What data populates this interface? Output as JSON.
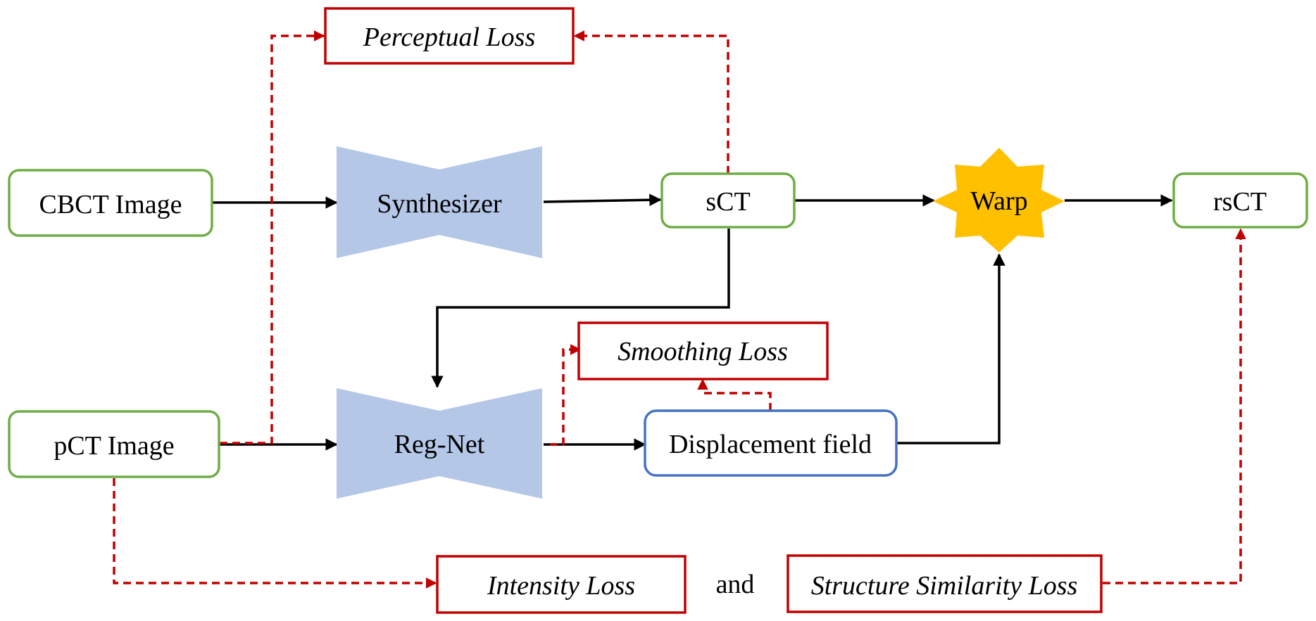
{
  "nodes": {
    "cbct": "CBCT Image",
    "pct": "pCT Image",
    "synthesizer": "Synthesizer",
    "regnet": "Reg-Net",
    "sct": "sCT",
    "warp": "Warp",
    "rsct": "rsCT",
    "displacement": "Displacement field"
  },
  "losses": {
    "perceptual": "Perceptual Loss",
    "smoothing": "Smoothing Loss",
    "intensity": "Intensity Loss",
    "and_text": "and",
    "structure": "Structure Similarity Loss"
  },
  "colors": {
    "input_border": "#70ad47",
    "displacement_border": "#4472c4",
    "loss_border": "#c00000",
    "network_fill": "#b4c7e7",
    "warp_fill": "#ffc000",
    "flow_arrow": "#000000",
    "loss_arrow": "#c00000"
  }
}
